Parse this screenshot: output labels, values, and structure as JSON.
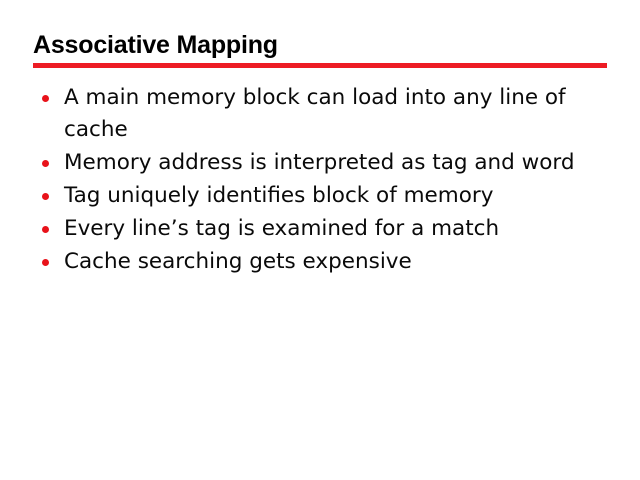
{
  "slide": {
    "title": "Associative Mapping",
    "accent_color": "#ed1c24",
    "bullet_color": "#e8121a",
    "text_color": "#0a0a0a",
    "background_color": "#ffffff",
    "bullets": [
      {
        "text": "A main memory block can load into any line of cache"
      },
      {
        "text": "Memory address is interpreted as tag and word"
      },
      {
        "text": "Tag uniquely identifies block of memory"
      },
      {
        "text": "Every line’s tag is examined for a match"
      },
      {
        "text": "Cache searching gets expensive"
      }
    ]
  }
}
